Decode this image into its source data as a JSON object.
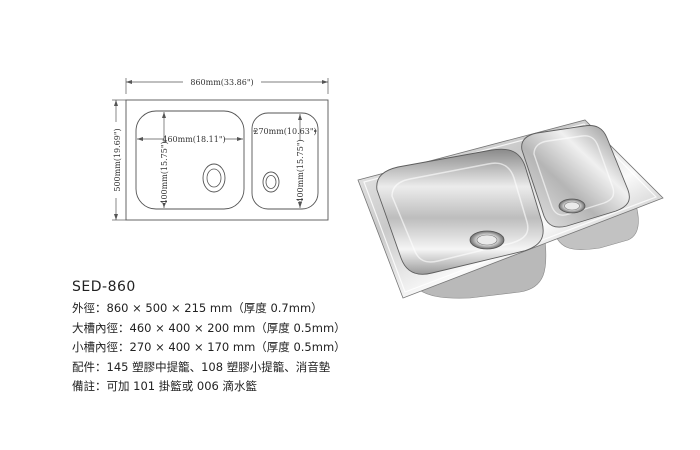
{
  "diagram": {
    "overall_width": "860mm(33.86\")",
    "overall_depth": "500mm(19.69\")",
    "big_bowl_width": "460mm(18.11\")",
    "big_bowl_depth": "400mm(15.75\")",
    "small_bowl_width": "270mm(10.63\")",
    "small_bowl_depth": "400mm(15.75\")"
  },
  "product": {
    "model": "SED-860",
    "specs": [
      "外徑：860 × 500 × 215 mm（厚度 0.7mm）",
      "大槽內徑：460 × 400 × 200 mm（厚度 0.5mm）",
      "小槽內徑：270 × 400 × 170 mm（厚度 0.5mm）",
      "配件：145 塑膠中提籠、108 塑膠小提籠、消音墊",
      "備註：可加 101 掛籃或 006 滴水籃"
    ]
  }
}
